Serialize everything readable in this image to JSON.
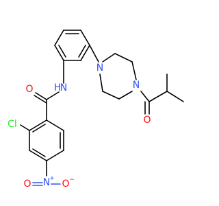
{
  "molecule": {
    "atoms": {
      "cl": {
        "text": "Cl",
        "color": "#1ff01f"
      },
      "amide_n": {
        "text": "N",
        "color": "#3050f8"
      },
      "amide_h": {
        "text": "H",
        "color": "#3050f8"
      },
      "amide_o": {
        "text": "O",
        "color": "#ff0d0d"
      },
      "pip_n1": {
        "text": "N",
        "color": "#3050f8"
      },
      "pip_n4": {
        "text": "N",
        "color": "#3050f8"
      },
      "acyl_o": {
        "text": "O",
        "color": "#ff0d0d"
      },
      "nitro_n": {
        "text": "N",
        "color": "#3050f8"
      },
      "nitro_n_charge": {
        "text": "+",
        "color": "#3050f8"
      },
      "nitro_o_left": {
        "text": "O",
        "color": "#ff0d0d"
      },
      "nitro_o_right": {
        "text": "O",
        "color": "#ff0d0d"
      },
      "nitro_o_charge": {
        "text": "−",
        "color": "#ff0d0d"
      }
    }
  }
}
